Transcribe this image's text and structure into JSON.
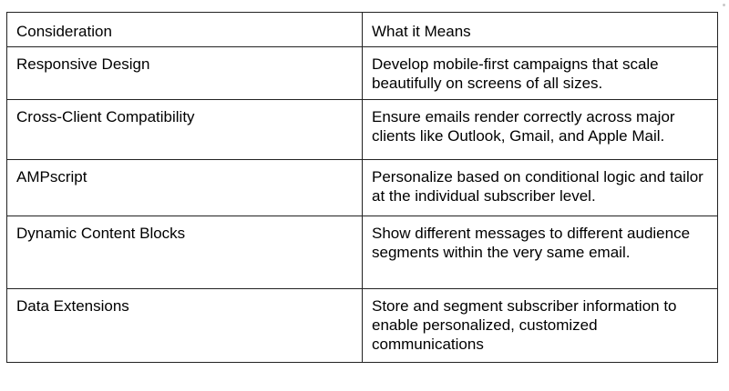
{
  "table": {
    "headers": [
      "Consideration",
      "What it Means"
    ],
    "rows": [
      {
        "consideration": "Responsive Design",
        "meaning": "Develop mobile-first campaigns that scale beautifully on screens of all sizes."
      },
      {
        "consideration": "Cross-Client Compatibility",
        "meaning": "Ensure emails render correctly across major clients like Outlook, Gmail, and Apple Mail."
      },
      {
        "consideration": "AMPscript",
        "meaning": "Personalize based on conditional logic and tailor at the individual subscriber level."
      },
      {
        "consideration": "Dynamic Content Blocks",
        "meaning": "Show different messages to different audience segments within the very same email."
      },
      {
        "consideration": "Data Extensions",
        "meaning": "Store and segment subscriber information to enable personalized, customized communications"
      }
    ]
  },
  "colors": {
    "border": "#222222",
    "text": "#000000",
    "background": "#ffffff"
  }
}
